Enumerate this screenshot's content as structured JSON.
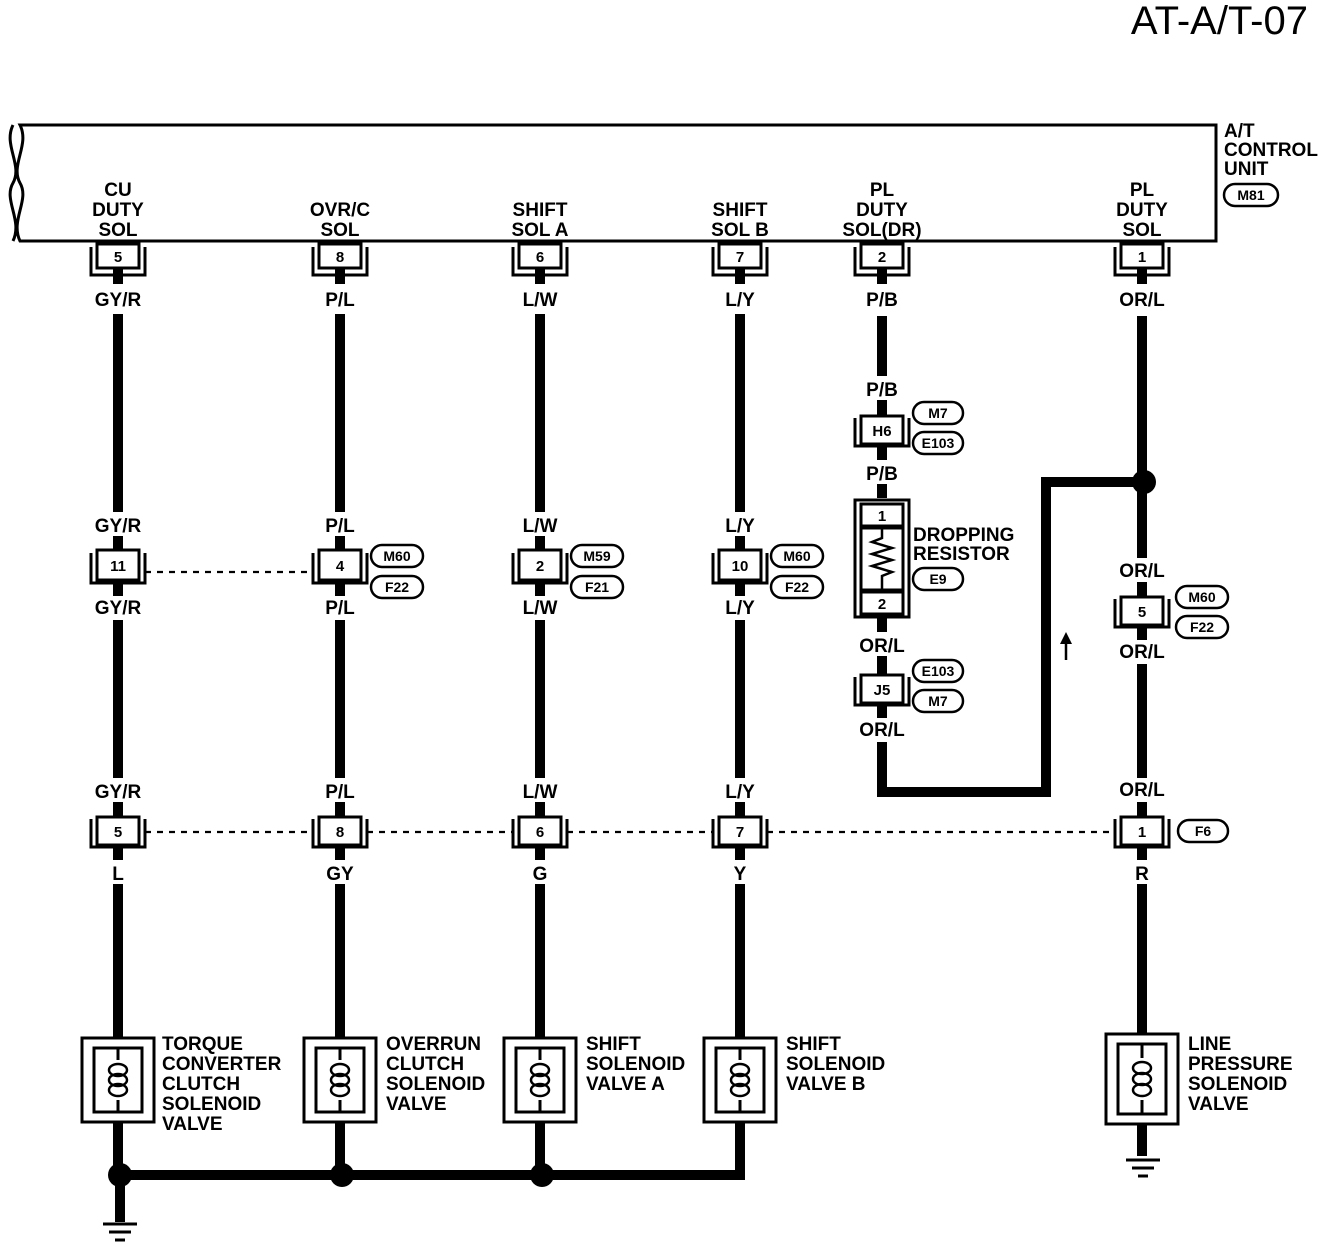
{
  "page_code": "AT-A/T-07",
  "control_unit": {
    "name_lines": [
      "A/T",
      "CONTROL",
      "UNIT"
    ],
    "connector": "M81"
  },
  "columns": [
    {
      "id": "cu",
      "term_lines": [
        "CU",
        "DUTY",
        "SOL"
      ],
      "unit_pin": "5",
      "wire_top": "GY/R",
      "mid": {
        "wire_above": "GY/R",
        "pin": "11",
        "wire_below": "GY/R",
        "tags": []
      },
      "bottom": {
        "wire_above": "GY/R",
        "pin": "5",
        "wire_below": "L"
      },
      "device_lines": [
        "TORQUE",
        "CONVERTER",
        "CLUTCH",
        "SOLENOID",
        "VALVE"
      ]
    },
    {
      "id": "ovr",
      "term_lines": [
        "OVR/C",
        "SOL"
      ],
      "unit_pin": "8",
      "wire_top": "P/L",
      "mid": {
        "wire_above": "P/L",
        "pin": "4",
        "wire_below": "P/L",
        "tags": [
          "M60",
          "F22"
        ]
      },
      "bottom": {
        "wire_above": "P/L",
        "pin": "8",
        "wire_below": "GY"
      },
      "device_lines": [
        "OVERRUN",
        "CLUTCH",
        "SOLENOID",
        "VALVE"
      ]
    },
    {
      "id": "sa",
      "term_lines": [
        "SHIFT",
        "SOL A"
      ],
      "unit_pin": "6",
      "wire_top": "L/W",
      "mid": {
        "wire_above": "L/W",
        "pin": "2",
        "wire_below": "L/W",
        "tags": [
          "M59",
          "F21"
        ]
      },
      "bottom": {
        "wire_above": "L/W",
        "pin": "6",
        "wire_below": "G"
      },
      "device_lines": [
        "SHIFT",
        "SOLENOID",
        "VALVE A"
      ]
    },
    {
      "id": "sb",
      "term_lines": [
        "SHIFT",
        "SOL B"
      ],
      "unit_pin": "7",
      "wire_top": "L/Y",
      "mid": {
        "wire_above": "L/Y",
        "pin": "10",
        "wire_below": "L/Y",
        "tags": [
          "M60",
          "F22"
        ]
      },
      "bottom": {
        "wire_above": "L/Y",
        "pin": "7",
        "wire_below": "Y"
      },
      "device_lines": [
        "SHIFT",
        "SOLENOID",
        "VALVE B"
      ]
    }
  ],
  "pl_dr": {
    "term_lines": [
      "PL",
      "DUTY",
      "SOL(DR)"
    ],
    "unit_pin": "2",
    "wire_top": "P/B",
    "h6": {
      "wire_above": "P/B",
      "pin": "H6",
      "tags": [
        "M7",
        "E103"
      ],
      "wire_below": "P/B"
    },
    "resistor": {
      "pin_top": "1",
      "pin_bottom": "2",
      "label_lines": [
        "DROPPING",
        "RESISTOR"
      ],
      "tag": "E9"
    },
    "j5": {
      "wire_above": "OR/L",
      "pin": "J5",
      "tags": [
        "E103",
        "M7"
      ],
      "wire_below": "OR/L"
    }
  },
  "pl": {
    "term_lines": [
      "PL",
      "DUTY",
      "SOL"
    ],
    "unit_pin": "1",
    "wire_top": "OR/L",
    "mid": {
      "wire_above": "OR/L",
      "pin": "5",
      "tags": [
        "M60",
        "F22"
      ],
      "wire_below": "OR/L"
    },
    "bottom": {
      "wire_above": "OR/L",
      "pin": "1",
      "tag": "F6",
      "wire_below": "R"
    },
    "device_lines": [
      "LINE",
      "PRESSURE",
      "SOLENOID",
      "VALVE"
    ]
  }
}
